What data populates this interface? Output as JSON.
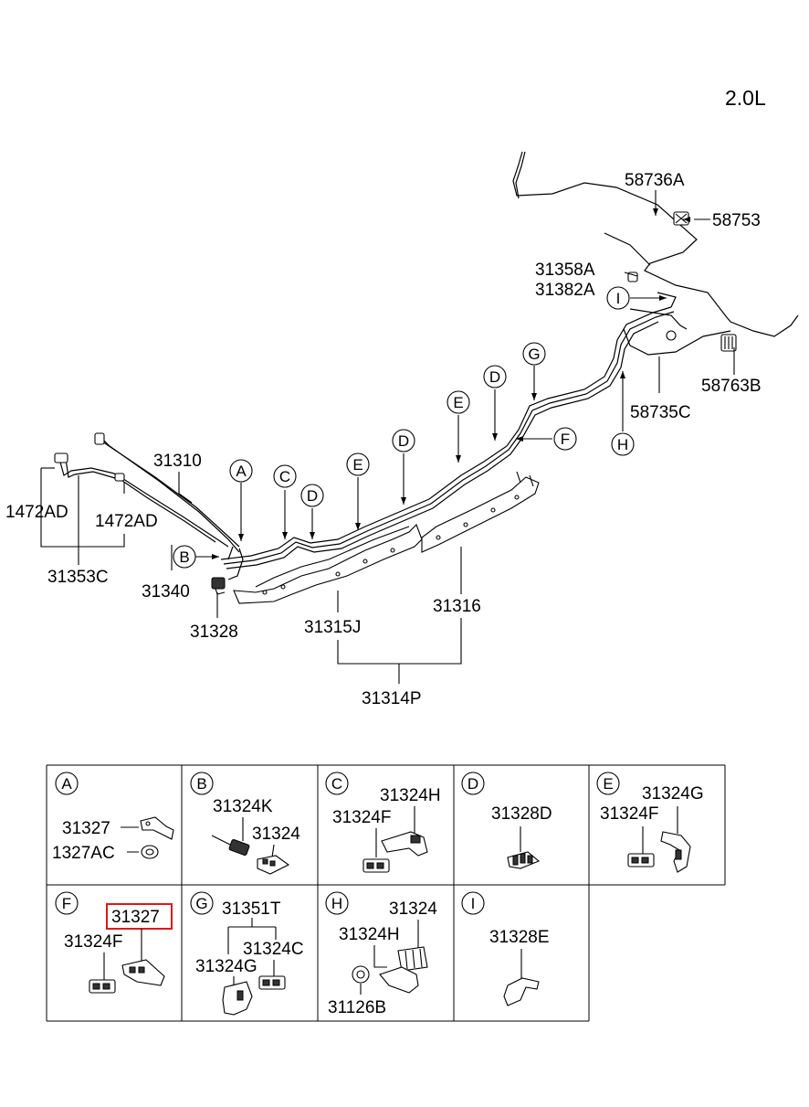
{
  "engine": "2.0L",
  "main_labels": {
    "l58736A": "58736A",
    "l58753": "58753",
    "l31358A": "31358A",
    "l31382A": "31382A",
    "l58763B": "58763B",
    "l58735C": "58735C",
    "l31310": "31310",
    "l1472AD_left": "1472AD",
    "l1472AD_right": "1472AD",
    "l31353C": "31353C",
    "l31340": "31340",
    "l31328": "31328",
    "l31315J": "31315J",
    "l31316": "31316",
    "l31314P": "31314P"
  },
  "callouts": {
    "A": "A",
    "B": "B",
    "C": "C",
    "D1": "D",
    "E1": "E",
    "D2": "D",
    "E2": "E",
    "D3": "D",
    "G": "G",
    "F": "F",
    "H": "H",
    "I": "I"
  },
  "details": {
    "A": {
      "letter": "A",
      "labels": [
        "31327",
        "1327AC"
      ]
    },
    "B": {
      "letter": "B",
      "labels": [
        "31324K",
        "31324"
      ]
    },
    "C": {
      "letter": "C",
      "labels": [
        "31324H",
        "31324F"
      ]
    },
    "D": {
      "letter": "D",
      "labels": [
        "31328D"
      ]
    },
    "E": {
      "letter": "E",
      "labels": [
        "31324G",
        "31324F"
      ]
    },
    "F": {
      "letter": "F",
      "labels": [
        "31327",
        "31324F"
      ],
      "highlighted": "31327"
    },
    "G": {
      "letter": "G",
      "labels": [
        "31351T",
        "31324C",
        "31324G"
      ]
    },
    "H": {
      "letter": "H",
      "labels": [
        "31324",
        "31324H",
        "31126B"
      ]
    },
    "I": {
      "letter": "I",
      "labels": [
        "31328E"
      ]
    }
  },
  "colors": {
    "line": "#000000",
    "highlight": "#e0161b",
    "background": "#ffffff"
  }
}
